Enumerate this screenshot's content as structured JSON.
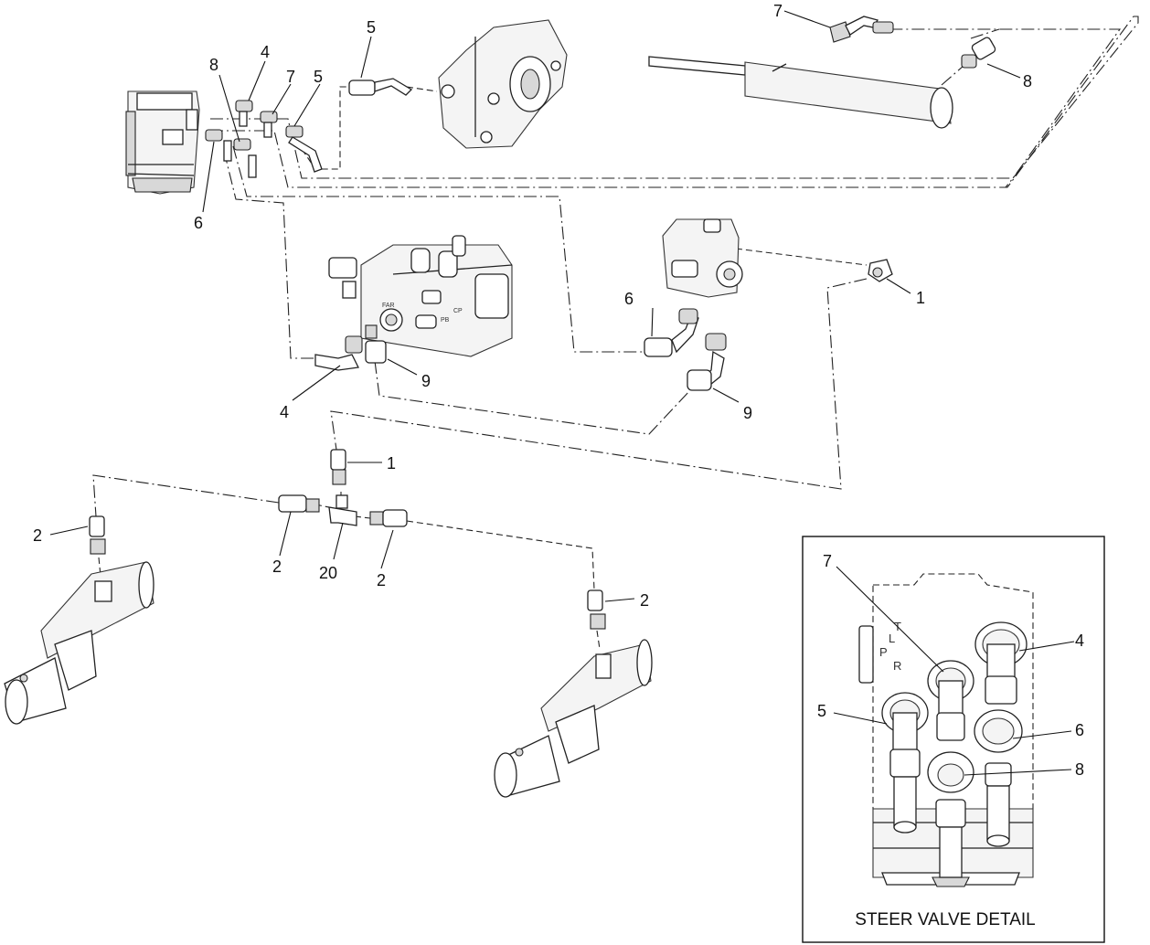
{
  "callouts": {
    "c7_top": "7",
    "c8_top": "8",
    "c4_valve": "4",
    "c8_valve": "8",
    "c7_valve": "7",
    "c5_valve": "5",
    "c5_pump": "5",
    "c6_valve": "6",
    "c6_mid": "6",
    "c1_right": "1",
    "c9_right": "9",
    "c9_mid": "9",
    "c4_mid": "4",
    "c1_tee": "1",
    "c2_left": "2",
    "c2_tee_left": "2",
    "c20_tee": "20",
    "c2_tee_right": "2",
    "c2_right": "2",
    "d7": "7",
    "d4": "4",
    "d5": "5",
    "d6": "6",
    "d8": "8"
  },
  "valve_labels": {
    "port_t": "T",
    "port_l": "L",
    "port_p": "P",
    "port_r": "R",
    "manifold_far": "FAR",
    "manifold_cp": "CP",
    "manifold_pb": "PB"
  },
  "detail": {
    "title": "STEER VALVE DETAIL"
  }
}
